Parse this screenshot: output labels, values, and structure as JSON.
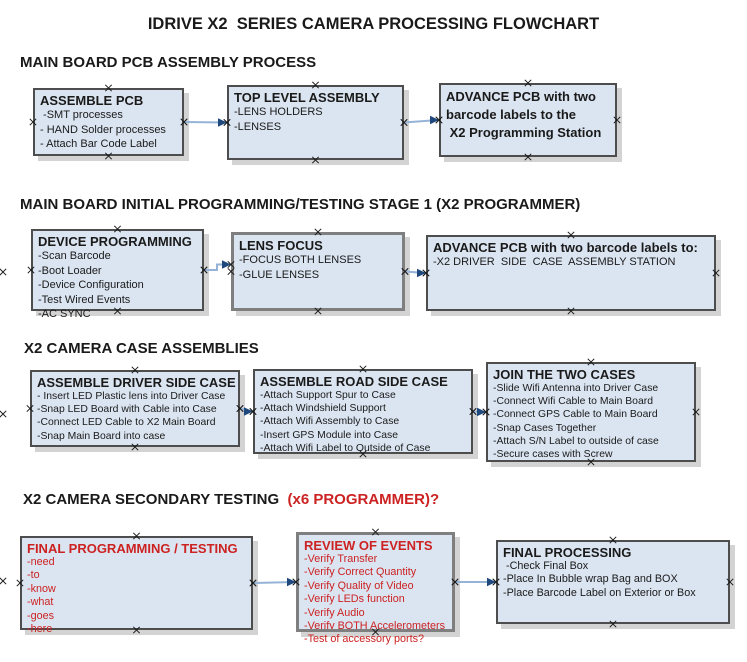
{
  "page_title": "IDRIVE X2  SERIES CAMERA PROCESSING FLOWCHART",
  "colors": {
    "box_fill": "#dbe5f1",
    "box_border": "#4d4d4d",
    "red_text": "#cc2222",
    "connector_line": "#95b3d7",
    "connector_arrow": "#1f497d",
    "marker": "#1a1a1a",
    "text": "#1a1a1a"
  },
  "sections": [
    {
      "heading": "MAIN BOARD PCB ASSEMBLY PROCESS",
      "boxes": [
        {
          "title": "ASSEMBLE PCB",
          "items": [
            " -SMT processes",
            "- HAND Solder processes",
            "- Attach Bar Code Label"
          ]
        },
        {
          "title": "TOP LEVEL ASSEMBLY",
          "items": [
            "-LENS HOLDERS",
            "-LENSES"
          ]
        },
        {
          "title": "ADVANCE PCB with two\nbarcode labels to the\n X2 Programming Station",
          "items": []
        }
      ]
    },
    {
      "heading": "MAIN BOARD INITIAL PROGRAMMING/TESTING STAGE 1 (X2 PROGRAMMER)",
      "boxes": [
        {
          "title": "DEVICE PROGRAMMING",
          "items": [
            "-Scan Barcode",
            "-Boot Loader",
            "-Device Configuration",
            "-Test Wired Events",
            "-AC SYNC"
          ]
        },
        {
          "title": "LENS FOCUS",
          "items": [
            "-FOCUS BOTH LENSES",
            "-GLUE LENSES"
          ]
        },
        {
          "title": "ADVANCE PCB with two barcode labels to:",
          "items": [
            "-X2 DRIVER  SIDE  CASE  ASSEMBLY STATION"
          ]
        }
      ]
    },
    {
      "heading": "X2 CAMERA CASE ASSEMBLIES",
      "boxes": [
        {
          "title": "ASSEMBLE DRIVER SIDE CASE",
          "items": [
            "- Insert LED Plastic lens into Driver Case",
            "-Snap LED Board with Cable into Case",
            "-Connect LED Cable to X2 Main Board",
            "-Snap Main Board into case"
          ]
        },
        {
          "title": "ASSEMBLE ROAD SIDE CASE",
          "items": [
            "-Attach Support Spur to Case",
            "-Attach Windshield Support",
            "-Attach Wifi Assembly to Case",
            "-Insert GPS Module into Case",
            "-Attach Wifi Label to Outside of Case"
          ]
        },
        {
          "title": "JOIN THE TWO CASES",
          "items": [
            "-Slide Wifi Antenna into Driver Case",
            "-Connect Wifi Cable to Main Board",
            "-Connect GPS Cable to Main Board",
            "-Snap Cases Together",
            "-Attach S/N Label to outside of case",
            "-Secure cases with Screw"
          ]
        }
      ]
    },
    {
      "heading": "X2 CAMERA SECONDARY TESTING",
      "heading_red": "  (x6 PROGRAMMER)?",
      "boxes": [
        {
          "title": "FINAL PROGRAMMING / TESTING",
          "items": [
            "-need",
            "-to",
            "-know",
            "-what",
            "-goes",
            "-here"
          ]
        },
        {
          "title": "REVIEW OF EVENTS",
          "items": [
            "-Verify Transfer",
            "-Verify Correct Quantity",
            "-Verify Quality of Video",
            "-Verify LEDs function",
            "-Verify Audio",
            "-Verify BOTH Accelerometers",
            "-Test of accessory ports?"
          ]
        },
        {
          "title": "FINAL PROCESSING",
          "items": [
            " -Check Final Box",
            "-Place In Bubble wrap Bag and BOX",
            "-Place Barcode Label on Exterior or Box"
          ]
        }
      ]
    }
  ]
}
